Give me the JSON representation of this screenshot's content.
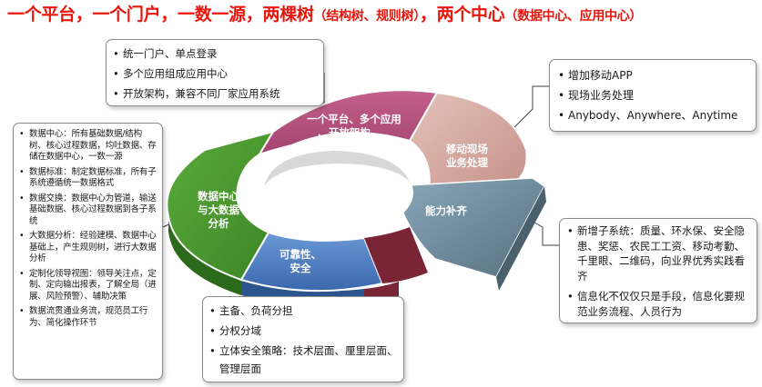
{
  "title": {
    "part1": "一个平台，一个门户，一数一源，两棵树",
    "part2": "（结构树、规则树）",
    "part3": "，两个中心",
    "part4": "（数据中心、应用中心）"
  },
  "segments": {
    "platform": [
      "一个平台、多个应用",
      "、开放架构"
    ],
    "mobile": [
      "移动现场",
      "业务处理"
    ],
    "capability": [
      "能力补齐"
    ],
    "data": [
      "数据中心",
      "与大数据",
      "分析"
    ],
    "reliability": [
      "可靠性、",
      "安全"
    ]
  },
  "callouts": {
    "top": [
      "统一门户、单点登录",
      "多个应用组成应用中心",
      "开放架构，兼容不同厂家应用系统"
    ],
    "right": [
      "增加移动APP",
      "现场业务处理",
      "Anybody、Anywhere、Anytime"
    ],
    "left": [
      "数据中心：所有基础数据/结构树、核心过程数据，均吐数据、存储在数据中心，一数一源",
      "数据标准：制定数据标准，所有子系统遵循统一数据格式",
      "数据交换：数据中心为管道，输送基础数据、核心过程数据到各子系统",
      "大数据分析：经验建模、数据中心基础上，产生规则树，进行大数据分析",
      "定制化领导视图：领导关注点，定制、定向输出报表，了解全局（进展、风险预警）、辅助决策",
      "数据流贯通业务流，规范员工行为、简化操作环节"
    ],
    "bottom": [
      "主备、负荷分担",
      "分权分域",
      "立体安全策略：技术层面、厘里层面、管理层面"
    ],
    "right_bottom": [
      "新增子系统：质量、环水保、安全隐患、奖惩、农民工工资、移动考勤、千里眼、二维码，向业界优秀实践看齐",
      "信息化不仅仅只是手段，信息化要规范业务流程、人员行为"
    ]
  },
  "colors": {
    "title": "#e8160c",
    "platform": "#b4507a",
    "mobile": "#d4a8a0",
    "capability": "#6e8a9c",
    "data": "#4a9630",
    "reliability": "#4f7fc2",
    "gap_dark": "#7a2535"
  }
}
